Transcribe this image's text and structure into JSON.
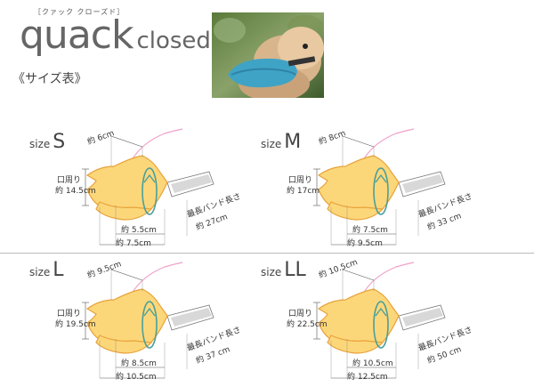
{
  "header": {
    "ruby": "［クァック クローズド］",
    "brand_main": "quack",
    "brand_sub": "closed",
    "size_table": "《サイズ表》"
  },
  "panels": [
    {
      "size_prefix": "size",
      "size_letter": "S",
      "top_width": "約 6cm",
      "mouth_label": "口周り",
      "mouth_value": "約 14.5cm",
      "band_label": "最長バンド長さ",
      "band_value": "約 27cm",
      "inner_length": "約 5.5cm",
      "outer_length": "約 7.5cm"
    },
    {
      "size_prefix": "size",
      "size_letter": "M",
      "top_width": "約 8cm",
      "mouth_label": "口周り",
      "mouth_value": "約 17cm",
      "band_label": "最長バンド長さ",
      "band_value": "約 33 cm",
      "inner_length": "約 7.5cm",
      "outer_length": "約 9.5cm"
    },
    {
      "size_prefix": "size",
      "size_letter": "L",
      "top_width": "約 9.5cm",
      "mouth_label": "口周り",
      "mouth_value": "約 19.5cm",
      "band_label": "最長バンド長さ",
      "band_value": "約 37 cm",
      "inner_length": "約 8.5cm",
      "outer_length": "約 10.5cm"
    },
    {
      "size_prefix": "size",
      "size_letter": "LL",
      "top_width": "約 10.5cm",
      "mouth_label": "口周り",
      "mouth_value": "約 22.5cm",
      "band_label": "最長バンド長さ",
      "band_value": "約 50 cm",
      "inner_length": "約 10.5cm",
      "outer_length": "約 12.5cm"
    }
  ],
  "colors": {
    "beak_fill": "#fcd77a",
    "beak_stroke": "#e8a23a",
    "strap": "#d8d8d8",
    "band": "#f0a0c8",
    "loop": "#4a9f9a",
    "photo_muzzle": "#3fa3c6"
  }
}
